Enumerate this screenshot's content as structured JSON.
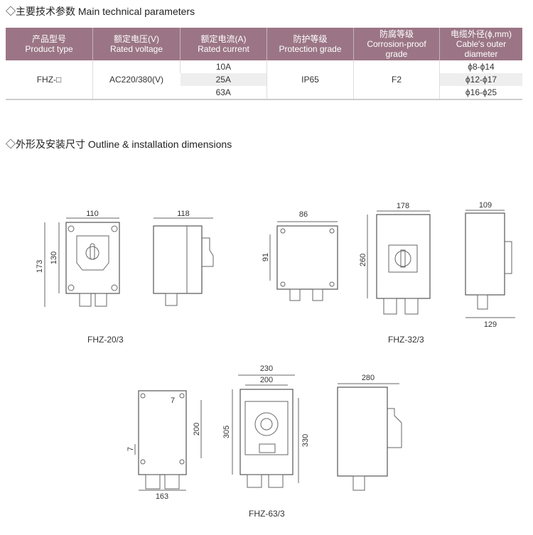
{
  "section1_title": "◇主要技术参数 Main technical parameters",
  "section2_title": "◇外形及安装尺寸 Outline & installation dimensions",
  "table": {
    "headers": [
      {
        "cn": "产品型号",
        "en": "Product type"
      },
      {
        "cn": "额定电压(V)",
        "en": "Rated voltage"
      },
      {
        "cn": "额定电流(A)",
        "en": "Rated current"
      },
      {
        "cn": "防护等级",
        "en": "Protection grade"
      },
      {
        "cn": "防腐等级",
        "en": "Corrosion-proof grade"
      },
      {
        "cn": "电缆外径(ϕ,mm)",
        "en": "Cable's outer diameter"
      }
    ],
    "product_type": "FHZ-□",
    "rated_voltage": "AC220/380(V)",
    "currents": [
      "10A",
      "25A",
      "63A"
    ],
    "protection": "IP65",
    "corrosion": "F2",
    "diameters": [
      "ϕ8-ϕ14",
      "ϕ12-ϕ17",
      "ϕ16-ϕ25"
    ]
  },
  "drawings": {
    "fhz20": {
      "label": "FHZ-20/3",
      "w": "110",
      "h1": "130",
      "h2": "173",
      "side": "118"
    },
    "fhz32": {
      "label": "FHZ-32/3",
      "small_w": "86",
      "small_h": "91",
      "w": "178",
      "h": "260",
      "side_w": "109",
      "side_depth": "129"
    },
    "fhz63": {
      "label": "FHZ-63/3",
      "top_off": "7",
      "left_off": "7",
      "mount_h": "200",
      "base_w": "163",
      "w_outer": "230",
      "w_inner": "200",
      "h_inner": "305",
      "h_outer": "330",
      "side": "280"
    }
  }
}
